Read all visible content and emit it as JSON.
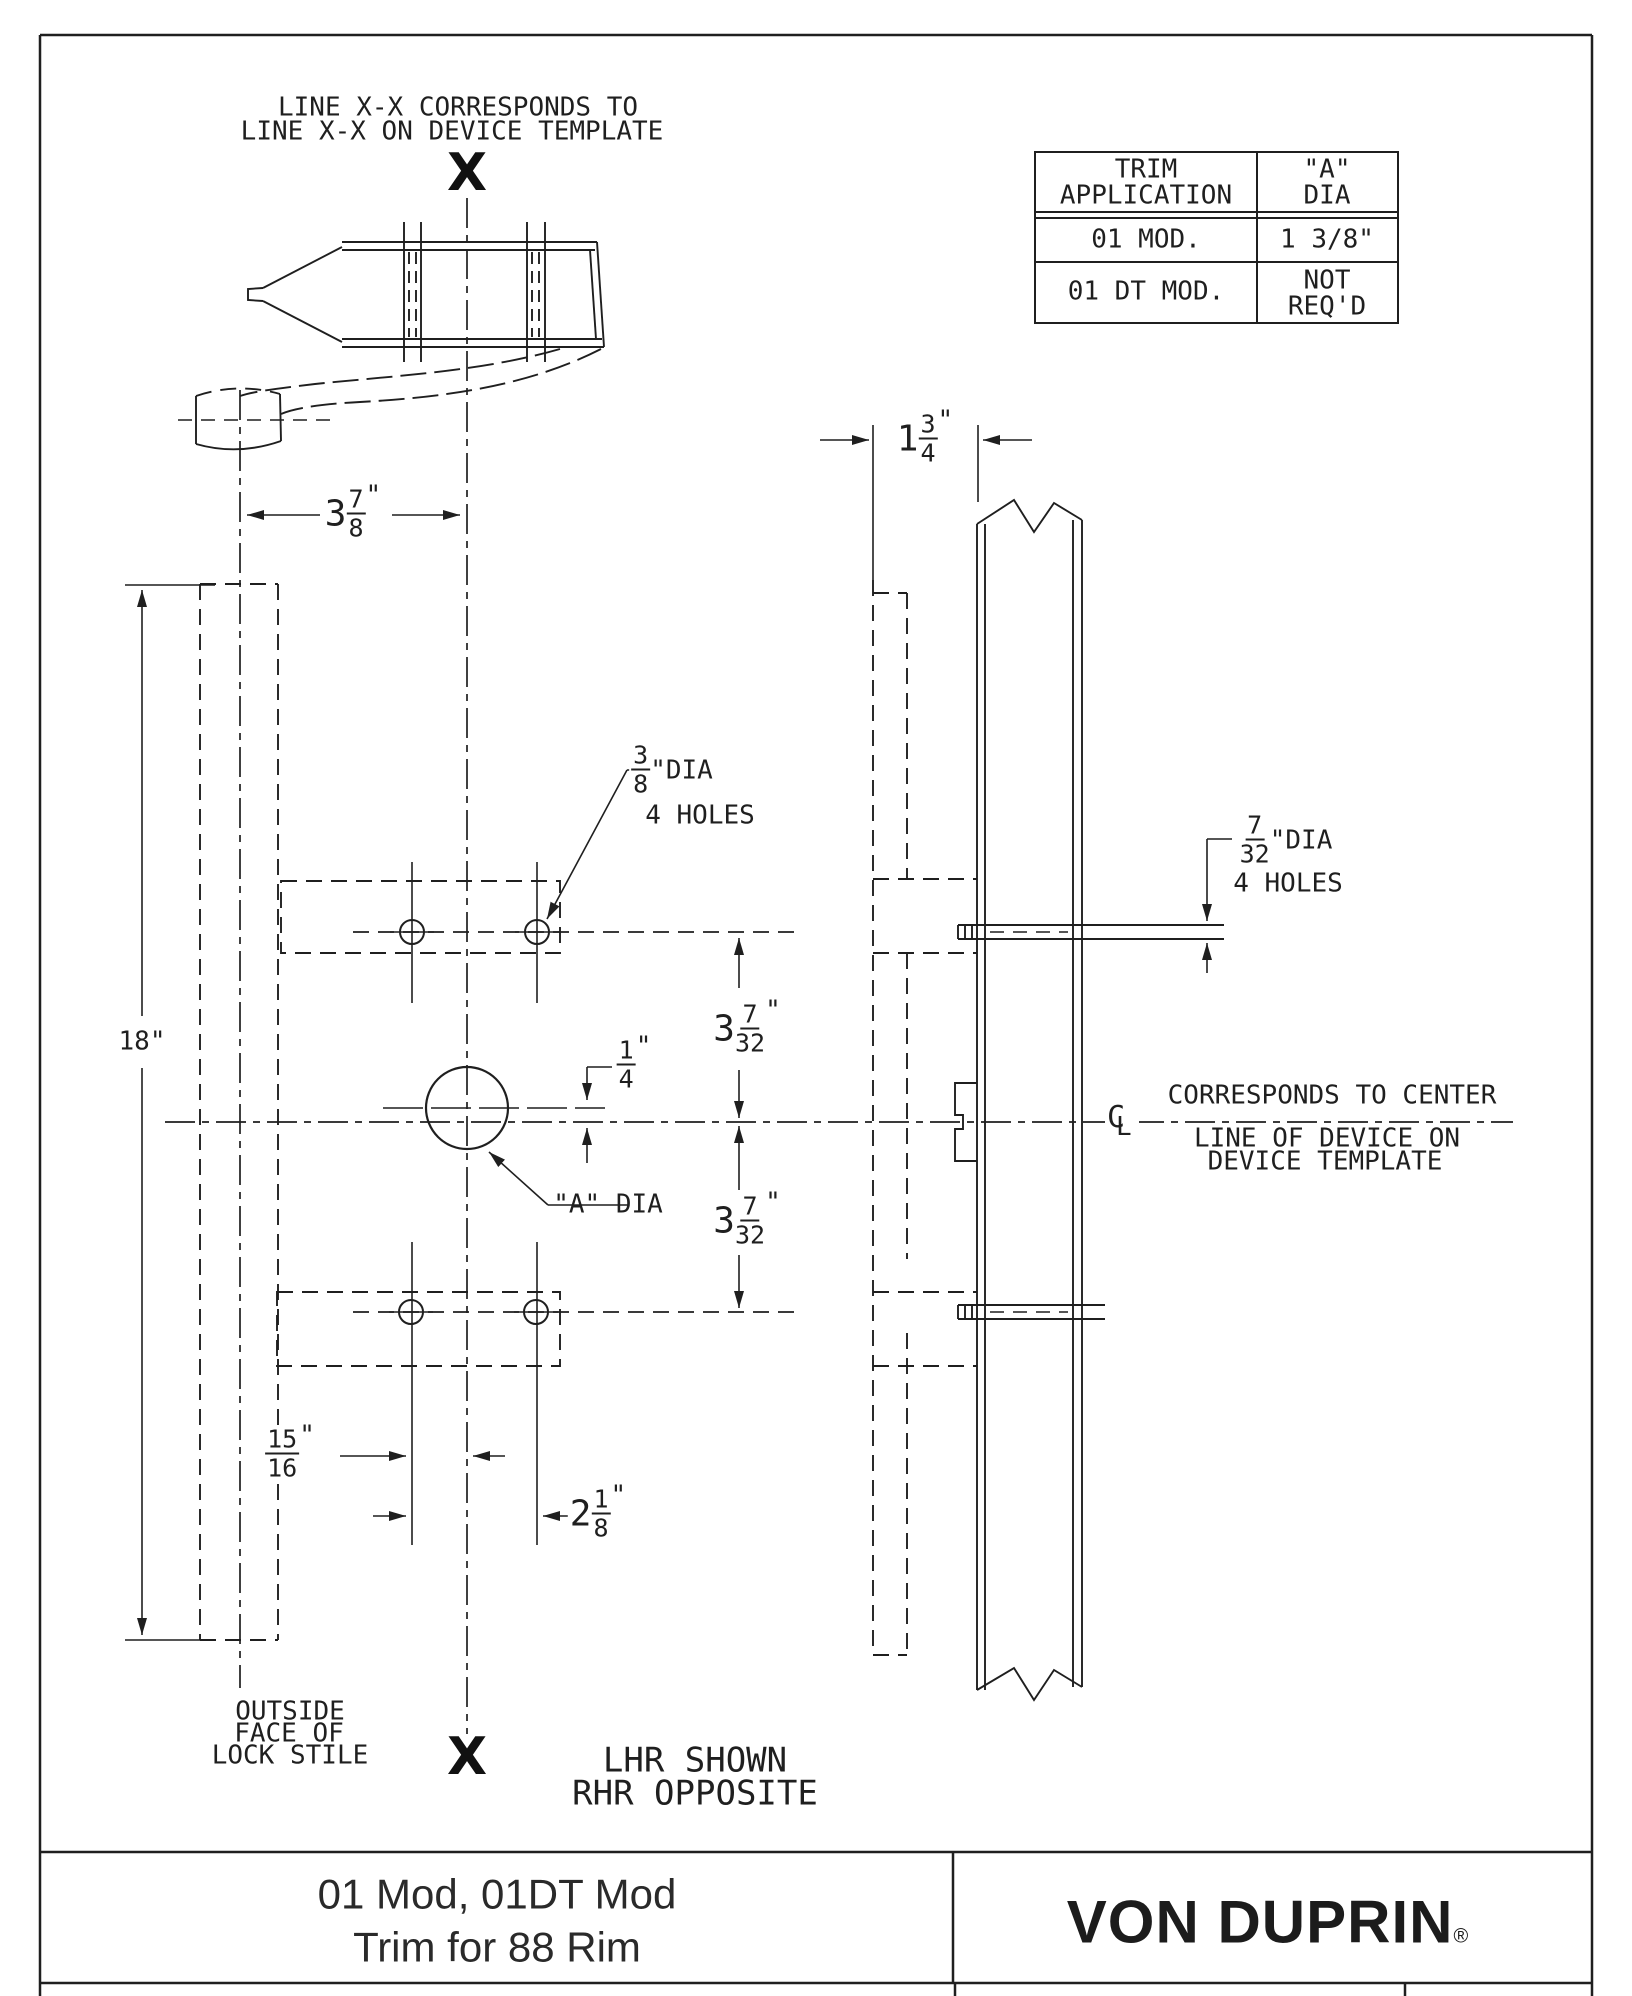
{
  "notes": {
    "top_line1": "LINE X-X CORRESPONDS TO",
    "top_line2": "LINE X-X ON DEVICE TEMPLATE",
    "x_marker": "X"
  },
  "table": {
    "header": {
      "col1_line1": "TRIM",
      "col1_line2": "APPLICATION",
      "col2_line1": "\"A\"",
      "col2_line2": "DIA"
    },
    "row1": {
      "application": "01 MOD.",
      "dia": "1 3/8\""
    },
    "row2": {
      "application": "01 DT MOD.",
      "dia_line1": "NOT",
      "dia_line2": "REQ'D"
    }
  },
  "dims": {
    "d378": {
      "whole": "3",
      "num": "7",
      "den": "8",
      "unit": "\""
    },
    "d134": {
      "whole": "1",
      "num": "3",
      "den": "4",
      "unit": "\""
    },
    "d18": {
      "value": "18\""
    },
    "d38dia": {
      "num": "3",
      "den": "8",
      "suffix": "\"DIA",
      "holes": "4 HOLES"
    },
    "d14": {
      "num": "1",
      "den": "4",
      "unit": "\""
    },
    "d3732a": {
      "whole": "3",
      "num": "7",
      "den": "32",
      "unit": "\""
    },
    "d3732b": {
      "whole": "3",
      "num": "7",
      "den": "32",
      "unit": "\""
    },
    "adia": {
      "label": "\"A\" DIA"
    },
    "d732dia": {
      "num": "7",
      "den": "32",
      "suffix": "\"DIA",
      "holes": "4 HOLES"
    },
    "d1516": {
      "num": "15",
      "den": "16",
      "unit": "\""
    },
    "d218": {
      "whole": "2",
      "num": "1",
      "den": "8",
      "unit": "\""
    }
  },
  "annotations": {
    "center_note1": "CORRESPONDS TO CENTER",
    "center_note2": "LINE OF DEVICE ON",
    "center_note3": "DEVICE TEMPLATE",
    "outside1": "OUTSIDE",
    "outside2": "FACE OF",
    "outside3": "LOCK STILE",
    "hand1": "LHR SHOWN",
    "hand2": "RHR OPPOSITE",
    "cl_c": "C",
    "cl_l": "L"
  },
  "title_block": {
    "title_line1": "01 Mod, 01DT Mod",
    "title_line2": "Trim for 88 Rim",
    "brand": "VON DUPRIN",
    "registered": "®"
  },
  "colors": {
    "line": "#1f1f1f",
    "text": "#1f1f1f",
    "background": "#ffffff"
  }
}
